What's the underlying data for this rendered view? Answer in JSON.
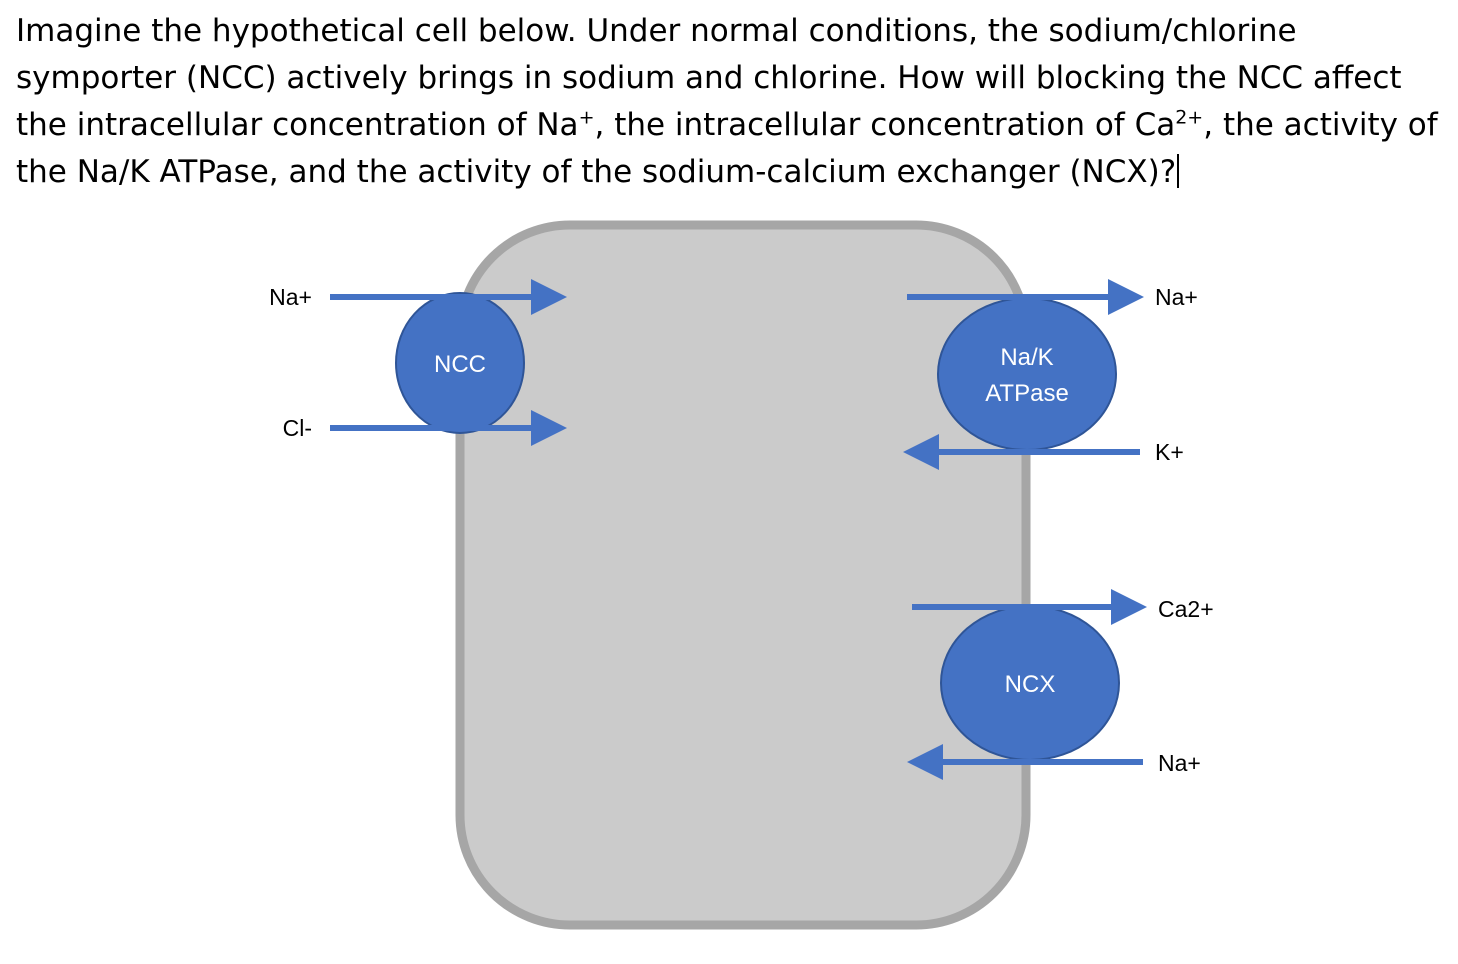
{
  "question": {
    "line1": "Imagine the hypothetical cell below. Under normal conditions, the sodium/chlorine",
    "line2": "symporter (NCC) actively brings in sodium and chlorine. How will blocking the NCC affect",
    "line3_a": "the intracellular concentration of Na",
    "line3_sup1": "+",
    "line3_b": ", the intracellular concentration of Ca",
    "line3_sup2": "2+",
    "line3_c": ", the activity of",
    "line4": "the Na/K ATPase, and the activity of the sodium-calcium exchanger (NCX)?"
  },
  "diagram": {
    "colors": {
      "cell_fill": "#cbcbcb",
      "cell_border": "#a6a6a6",
      "transporter_fill": "#4472c4",
      "transporter_border": "#2f5597",
      "arrow": "#4472c4",
      "transporter_text": "#ffffff",
      "ion_text": "#000000"
    },
    "transporters": {
      "ncc": "NCC",
      "atpase_line1": "Na/K",
      "atpase_line2": "ATPase",
      "ncx": "NCX"
    },
    "ions": {
      "ncc_na": "Na+",
      "ncc_cl": "Cl-",
      "atpase_na": "Na+",
      "atpase_k": "K+",
      "ncx_ca": "Ca2+",
      "ncx_na": "Na+"
    }
  }
}
